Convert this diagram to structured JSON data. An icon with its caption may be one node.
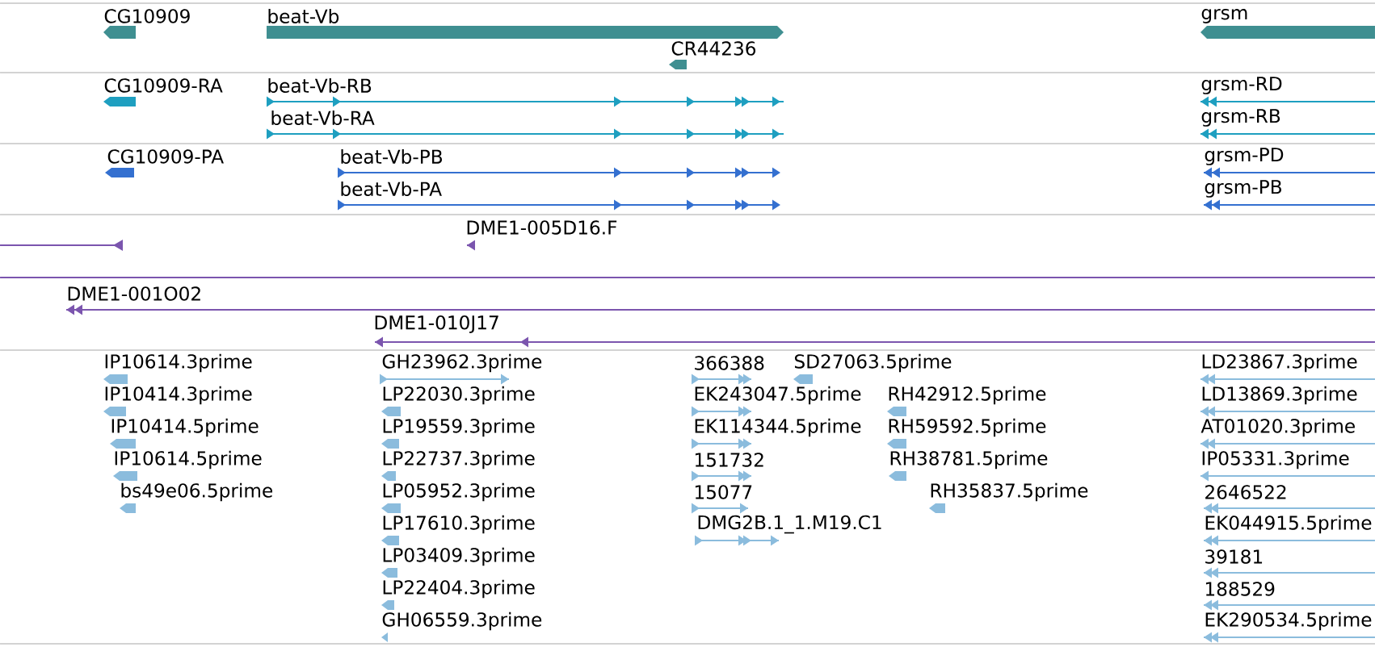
{
  "diagram": {
    "labels": [
      "CG10909",
      "beat-Vb",
      "grsm",
      "CR44236",
      "CG10909-RA",
      "beat-Vb-RB",
      "grsm-RD",
      "beat-Vb-RA",
      "grsm-RB",
      "CG10909-PA",
      "beat-Vb-PB",
      "grsm-PD",
      "beat-Vb-PA",
      "grsm-PB",
      "DME1-005D16.F",
      "DME1-001O02",
      "DME1-010J17",
      "IP10614.3prime",
      "GH23962.3prime",
      "366388",
      "SD27063.5prime",
      "LD23867.3prime",
      "IP10414.3prime",
      "LP22030.3prime",
      "EK243047.5prime",
      "RH42912.5prime",
      "LD13869.3prime",
      "IP10414.5prime",
      "LP19559.3prime",
      "EK114344.5prime",
      "RH59592.5prime",
      "AT01020.3prime",
      "IP10614.5prime",
      "LP22737.3prime",
      "151732",
      "RH38781.5prime",
      "IP05331.3prime",
      "bs49e06.5prime",
      "LP05952.3prime",
      "15077",
      "RH35837.5prime",
      "2646522",
      "LP17610.3prime",
      "DMG2B.1_1.M19.C1",
      "EK044915.5prime",
      "LP03409.3prime",
      "39181",
      "LP22404.3prime",
      "188529",
      "GH06559.3prime",
      "EK290534.5prime"
    ]
  }
}
